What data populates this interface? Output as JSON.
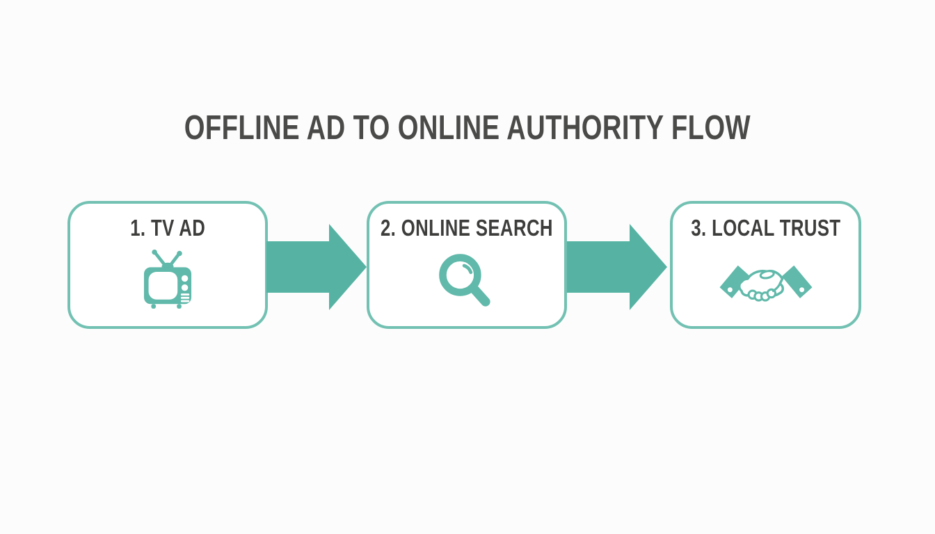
{
  "title": "OFFLINE AD TO ONLINE AUTHORITY FLOW",
  "steps": [
    {
      "label": "1. TV AD",
      "icon": "tv-icon"
    },
    {
      "label": "2. ONLINE SEARCH",
      "icon": "search-icon"
    },
    {
      "label": "3. LOCAL TRUST",
      "icon": "handshake-icon"
    }
  ],
  "colors": {
    "background": "#fcfcfc",
    "box_background": "#ffffff",
    "box_border": "#72c1b2",
    "arrow": "#56b3a3",
    "icon": "#60b9aa",
    "title_text": "#4a4a49",
    "label_text": "#3d3d3c"
  }
}
